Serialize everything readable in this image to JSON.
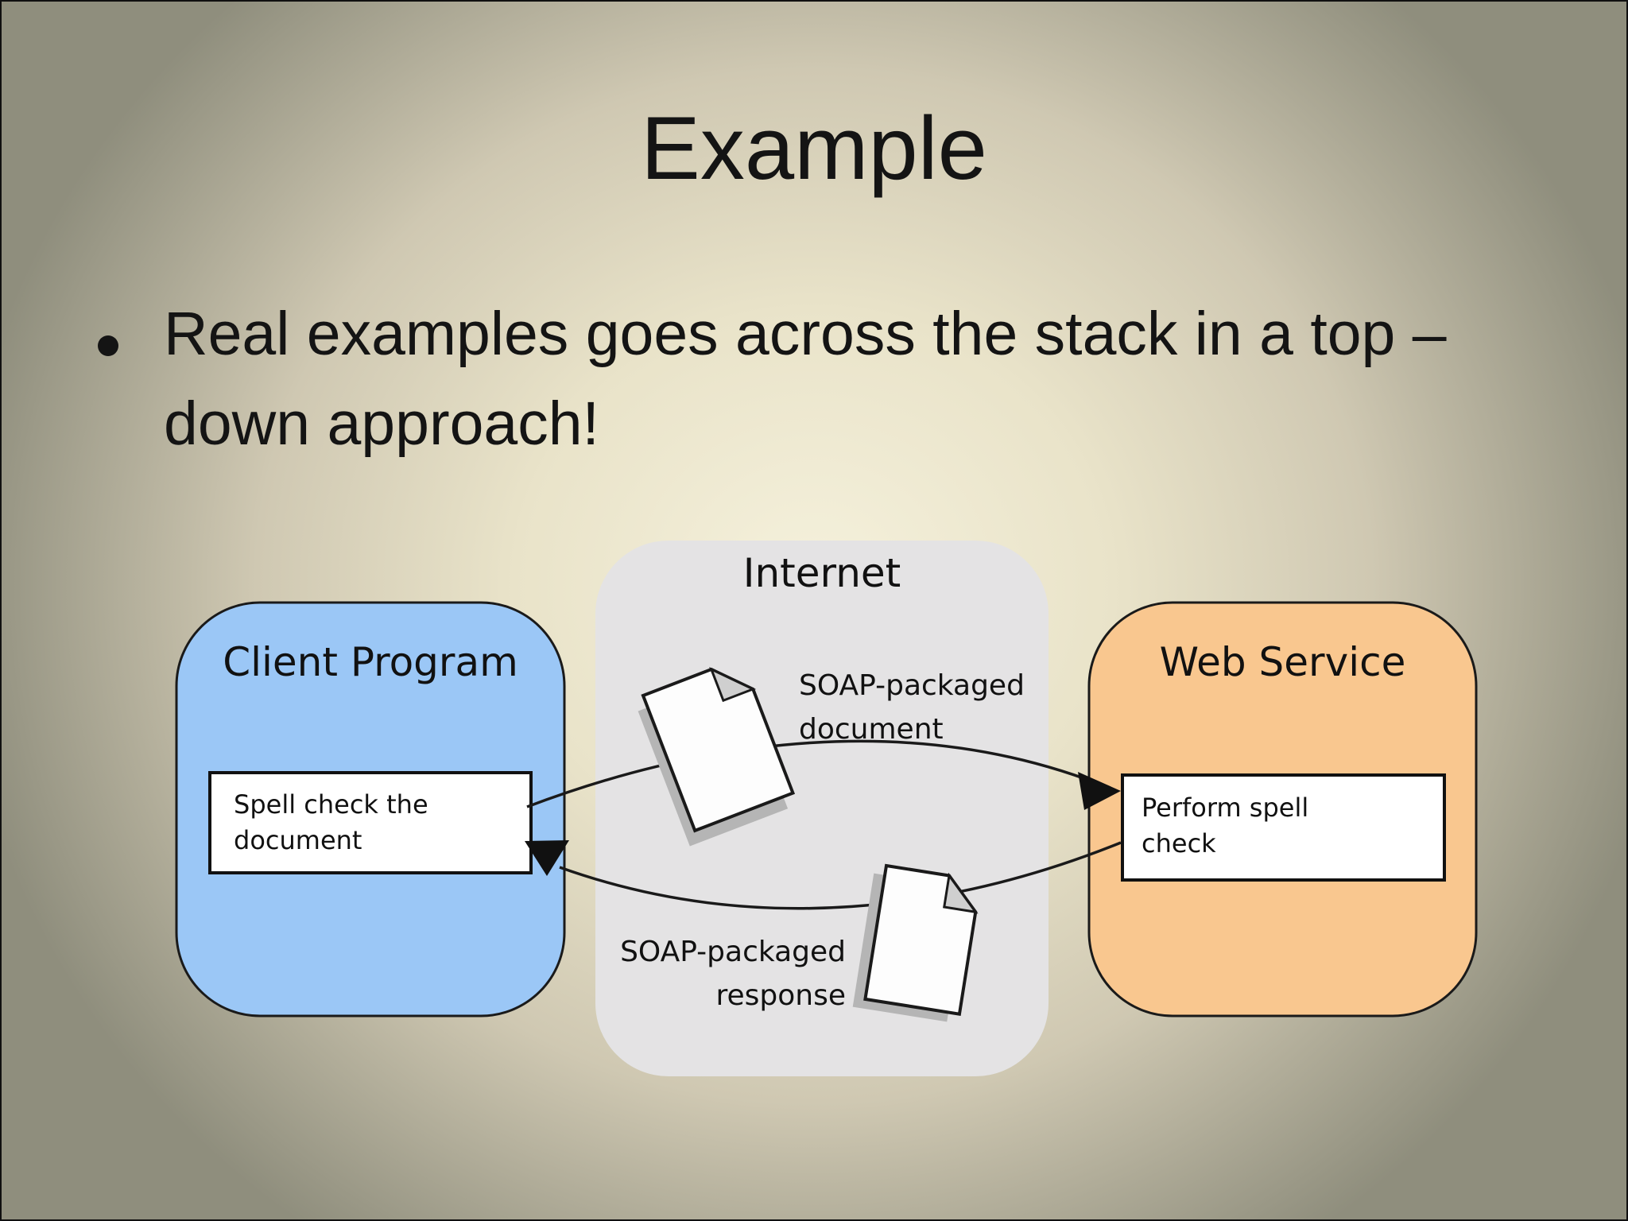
{
  "slide": {
    "title": "Example",
    "bullet": {
      "lines": [
        "Real examples goes across the stack in a top –",
        "down approach!"
      ]
    }
  },
  "diagram": {
    "internet_label": "Internet",
    "client_label": "Client Program",
    "client_action_lines": [
      "Spell check the",
      "document"
    ],
    "web_service_label": "Web Service",
    "web_action_lines": [
      "Perform spell",
      "check"
    ],
    "request_label_lines": [
      "SOAP-packaged",
      "document"
    ],
    "response_label_lines": [
      "SOAP-packaged",
      "response"
    ],
    "colors": {
      "client_fill": "#9bc7f6",
      "web_service_fill": "#f9c78f",
      "internet_fill": "#e4e3e4",
      "action_box_fill": "#ffffff",
      "line": "#1a1a1a"
    }
  }
}
